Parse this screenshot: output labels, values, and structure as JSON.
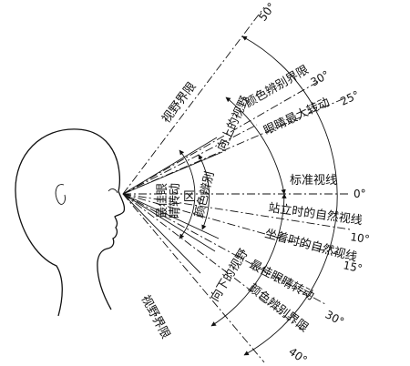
{
  "labels": {
    "visual_field_limit_top": "视野界限",
    "color_limit_top": "颜色辨别界限",
    "eye_max_rotation": "眼睛最大转动",
    "upward_view": "向上的视野",
    "standard_line": "标准视线",
    "standing_line": "站立时的自然视线",
    "sitting_line": "坐着时的自然视线",
    "best_eye_rotation": "最佳眼睛转动",
    "downward_view": "向下的视野",
    "color_limit_bottom": "颜色辨别界限",
    "visual_field_limit_bottom": "视野界限",
    "color_discrimination": "颜色辨别",
    "best_eye_rotation_zone_1": "最佳眼",
    "best_eye_rotation_zone_2": "睛转动",
    "best_eye_rotation_zone_3": "区"
  },
  "angles": {
    "a50": "50°",
    "a30_up": "30°",
    "a25": "25°",
    "a0": "0°",
    "a10": "10°",
    "a15": "15°",
    "a30_down": "30°",
    "a40": "40°"
  },
  "colors": {
    "ink": "#111111",
    "background": "#ffffff"
  }
}
